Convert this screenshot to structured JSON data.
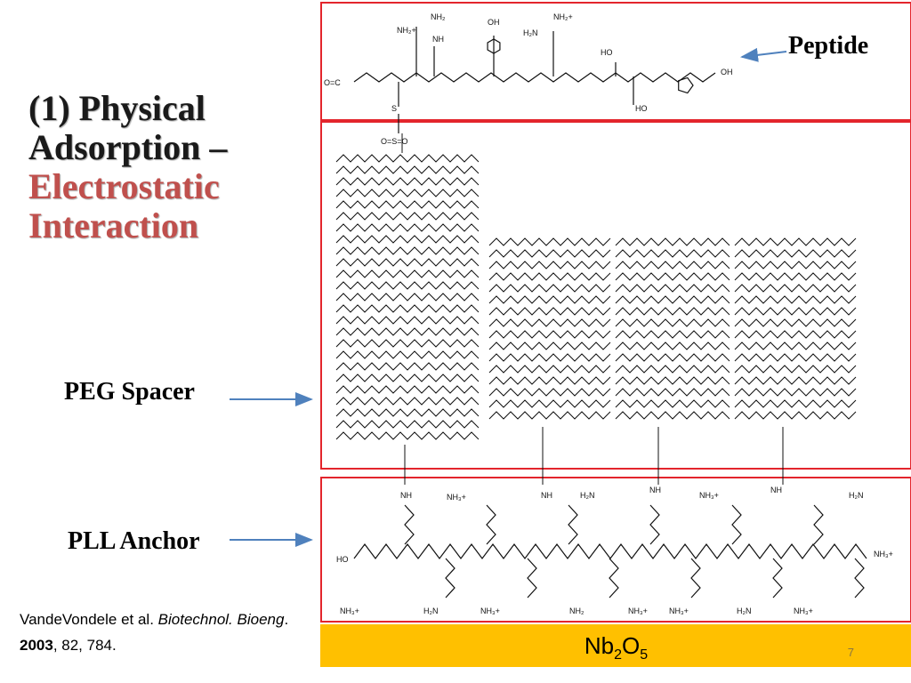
{
  "slide": {
    "title_line1": "(1) Physical",
    "title_line2": "Adsorption –",
    "title_line3": "Electrostatic",
    "title_line4": "Interaction",
    "page_number": "7"
  },
  "labels": {
    "peptide": "Peptide",
    "peg_spacer": "PEG Spacer",
    "pll_anchor": "PLL Anchor"
  },
  "substrate": {
    "base": "Nb",
    "sub1": "2",
    "mid": "O",
    "sub2": "5"
  },
  "citation": {
    "authors": "VandeVondele et al.",
    "journal": "Biotechnol. Bioeng",
    "year": "2003",
    "rest": ", 82, 784."
  },
  "peptide_atoms": {
    "nh2plus": "NH₂+",
    "nh2": "NH₂",
    "h2n": "H₂N",
    "nh": "NH",
    "oh": "OH",
    "ho": "HO",
    "s": "S",
    "so": "O=S=O",
    "cterm": "OH",
    "nterm": "O=C"
  },
  "pll_atoms": {
    "nh3plus": "NH₃+",
    "nh2": "NH₂",
    "h2n": "H₂N",
    "ho": "HO",
    "nh": "NH"
  },
  "colors": {
    "box_border": "#e3252c",
    "substrate": "#ffc000",
    "title_accent": "#c0504d",
    "arrow": "#4f81bd"
  }
}
